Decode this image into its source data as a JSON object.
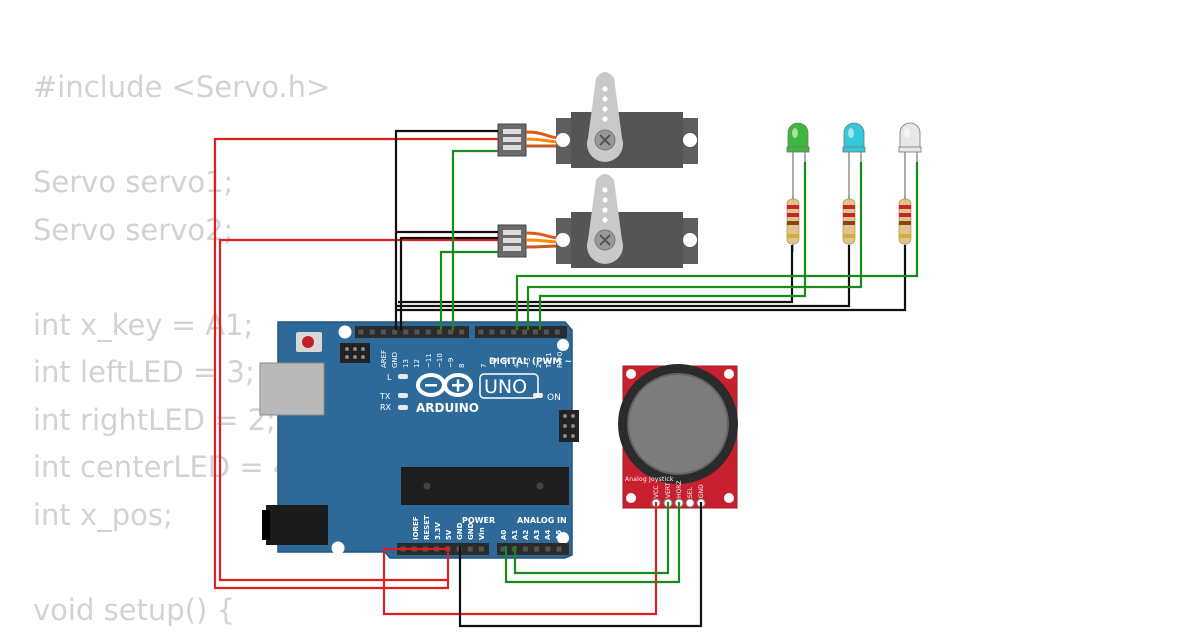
{
  "code_lines": [
    "#include <Servo.h>",
    "",
    "Servo servo1;",
    "Servo servo2;",
    "",
    "int x_key = A1;",
    "int leftLED = 3;",
    "int rightLED = 2;",
    "int centerLED = 4;",
    "int x_pos;",
    "",
    "void setup() {"
  ],
  "arduino": {
    "logo": "ARDUINO",
    "model": "UNO",
    "digital_label": "DIGITAL (PWM ~)",
    "power_label": "POWER",
    "analog_label": "ANALOG IN",
    "on_label": "ON",
    "l_label": "L",
    "tx_label": "TX",
    "rx_label": "RX",
    "top_pins": [
      "AREF",
      "GND",
      "13",
      "12",
      "~11",
      "~10",
      "~9",
      "8",
      "7",
      "~6",
      "~5",
      "4",
      "~3",
      "2",
      "TX 1",
      "RX 0"
    ],
    "bottom_pins": [
      "IOREF",
      "RESET",
      "3.3V",
      "5V",
      "GND",
      "GND",
      "Vin",
      "A0",
      "A1",
      "A2",
      "A3",
      "A4",
      "A5"
    ]
  },
  "joystick": {
    "title": "Analog Joystick",
    "pins": [
      "VCC",
      "VERT",
      "HORZ",
      "SEL",
      "GND"
    ]
  },
  "leds": [
    {
      "color": "#3cb83c",
      "name": "green"
    },
    {
      "color": "#35c8d8",
      "name": "cyan"
    },
    {
      "color": "#e8e8e8",
      "name": "white"
    }
  ],
  "colors": {
    "wire_red": "#dd1f1f",
    "wire_green": "#1a8a1a",
    "wire_black": "#111111",
    "board": "#2d6a9a",
    "joystick_board": "#c8202e"
  }
}
